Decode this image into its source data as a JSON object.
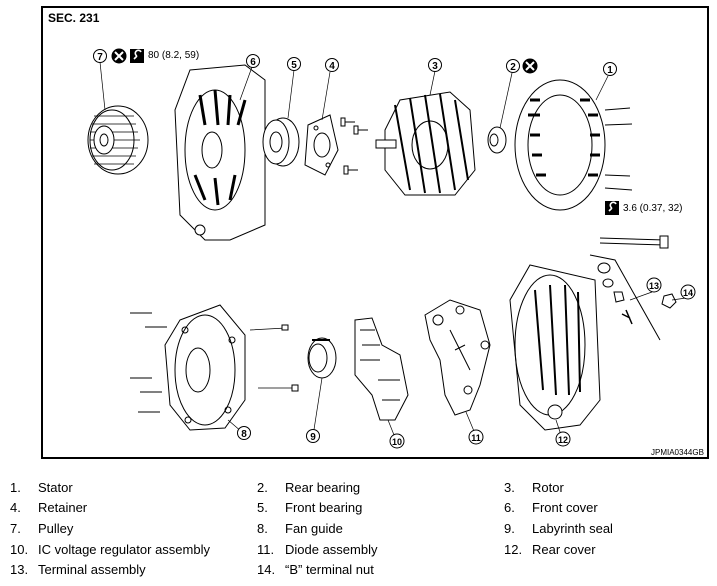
{
  "diagram": {
    "section": "SEC. 231",
    "code": "JPMIA0344GB",
    "torque_pulley": "80 (8.2, 59)",
    "torque_bolt": "3.6 (0.37, 32)",
    "callouts": [
      "1",
      "2",
      "3",
      "4",
      "5",
      "6",
      "7",
      "8",
      "9",
      "10",
      "11",
      "12",
      "13",
      "14"
    ]
  },
  "legend": [
    {
      "num": "1.",
      "label": "Stator"
    },
    {
      "num": "2.",
      "label": "Rear bearing"
    },
    {
      "num": "3.",
      "label": "Rotor"
    },
    {
      "num": "4.",
      "label": "Retainer"
    },
    {
      "num": "5.",
      "label": "Front bearing"
    },
    {
      "num": "6.",
      "label": "Front cover"
    },
    {
      "num": "7.",
      "label": "Pulley"
    },
    {
      "num": "8.",
      "label": "Fan guide"
    },
    {
      "num": "9.",
      "label": "Labyrinth seal"
    },
    {
      "num": "10.",
      "label": "IC voltage regulator assembly"
    },
    {
      "num": "11.",
      "label": "Diode assembly"
    },
    {
      "num": "12.",
      "label": "Rear cover"
    },
    {
      "num": "13.",
      "label": "Terminal assembly"
    },
    {
      "num": "14.",
      "label": "“B” terminal nut"
    }
  ]
}
